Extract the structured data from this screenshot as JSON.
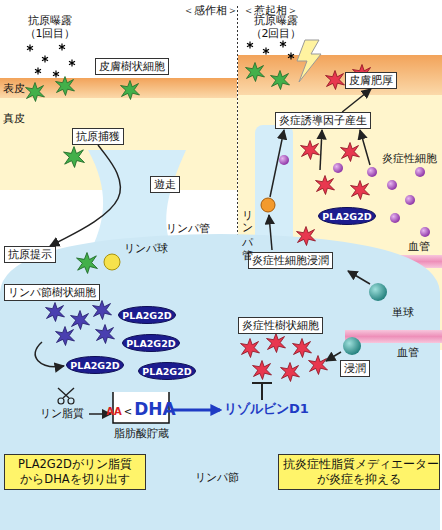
{
  "diagram": {
    "nodes": [
      {
        "text": [
          "皮膚樹状細胞"
        ]
      },
      {
        "text": [
          "皮膚肥厚"
        ]
      },
      {
        "text": [
          "炎症誘導因子産生"
        ]
      },
      {
        "text": [
          "抗原捕獲"
        ]
      },
      {
        "text": [
          "遊走"
        ]
      },
      {
        "text": [
          "PLA2G2D"
        ]
      },
      {
        "text": [
          "リンパ節"
        ]
      },
      {
        "text": [
          "抗原提示"
        ]
      },
      {
        "text": [
          "炎症性細胞浸潤"
        ]
      },
      {
        "text": [
          "リンパ節樹状細胞"
        ],
        "in": 6
      },
      {
        "text": [
          "PLA2G2D"
        ],
        "in": 6
      },
      {
        "text": [
          "炎症性樹状細胞"
        ],
        "in": 6
      },
      {
        "text": [
          "PLA2G2D"
        ],
        "in": 6
      },
      {
        "text": [
          "浸潤"
        ],
        "in": 6
      },
      {
        "text": [
          "PLA2G2D"
        ],
        "in": 6
      },
      {
        "text": [
          "PLA2G2D"
        ],
        "in": 6
      },
      {
        "text": [
          "AA",
          "<",
          "DHA",
          "脂肪酸貯蔵"
        ],
        "in": 6
      },
      {
        "text": [
          "PLA2G2Dがリン脂質 からDHAを切り出す"
        ],
        "in": 6
      },
      {
        "text": [
          "抗炎症性脂質メディエーター が炎症を抑える"
        ],
        "in": 6
      }
    ],
    "edges": [
      {
        "from": 3,
        "to": 7,
        "arrow": "to"
      },
      {
        "from": 2,
        "to": 1,
        "arrow": "to"
      }
    ],
    "labels": [
      "＜感作相＞",
      "＜惹起相＞",
      "抗原曝露 （1回目）",
      "抗原曝露 （2回目）",
      "表皮",
      "真皮",
      "リンパ管",
      "リンパ球",
      "炎症性細胞",
      "リンパ管",
      "血管",
      "単球",
      "血管",
      "リン脂質",
      "リゾルビンD1"
    ]
  }
}
